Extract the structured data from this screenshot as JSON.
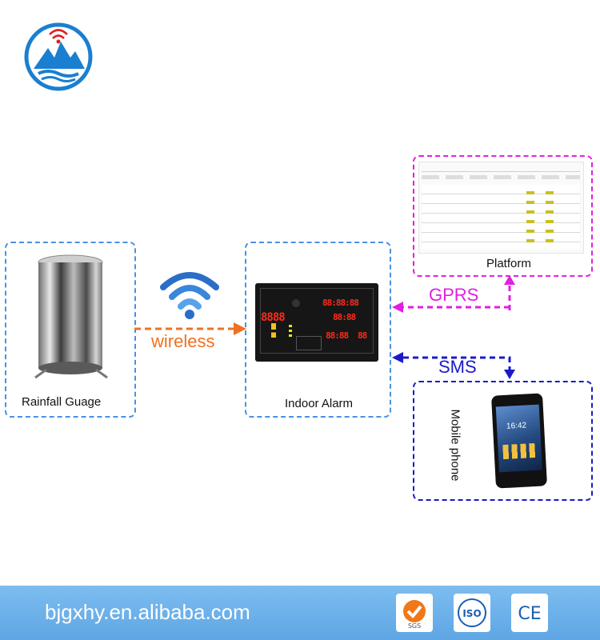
{
  "nodes": {
    "rainfall": {
      "label": "Rainfall Guage"
    },
    "alarm": {
      "label": "Indoor Alarm"
    },
    "platform": {
      "label": "Platform"
    },
    "mobile": {
      "label": "Mobile phone"
    }
  },
  "connections": {
    "wireless": {
      "label": "wireless",
      "color": "#f07020"
    },
    "gprs": {
      "label": "GPRS",
      "color": "#e020e0"
    },
    "sms": {
      "label": "SMS",
      "color": "#1a1ac8"
    }
  },
  "colors": {
    "box_border": "#4a90e2",
    "platform_border": "#e020e0",
    "mobile_border": "#1a1ac8",
    "footer_bg": "#6aaee8",
    "logo": "#1a7fd0",
    "led": "#ff2a1a"
  },
  "icons": [
    "company-logo",
    "wifi-icon",
    "sgs-badge",
    "iso-badge",
    "ce-badge"
  ],
  "footer": {
    "url": "bjgxhy.en.alibaba.com",
    "sgs_text": "SGS",
    "iso_text": "ISO",
    "ce_text": "CE"
  },
  "alarm_display": {
    "value_main": "8888",
    "time_top": "88:88:88",
    "time_mid": "88:88",
    "time_bottom": "88:88",
    "temp": "88"
  },
  "phone_screen": {
    "time": "16:42"
  }
}
